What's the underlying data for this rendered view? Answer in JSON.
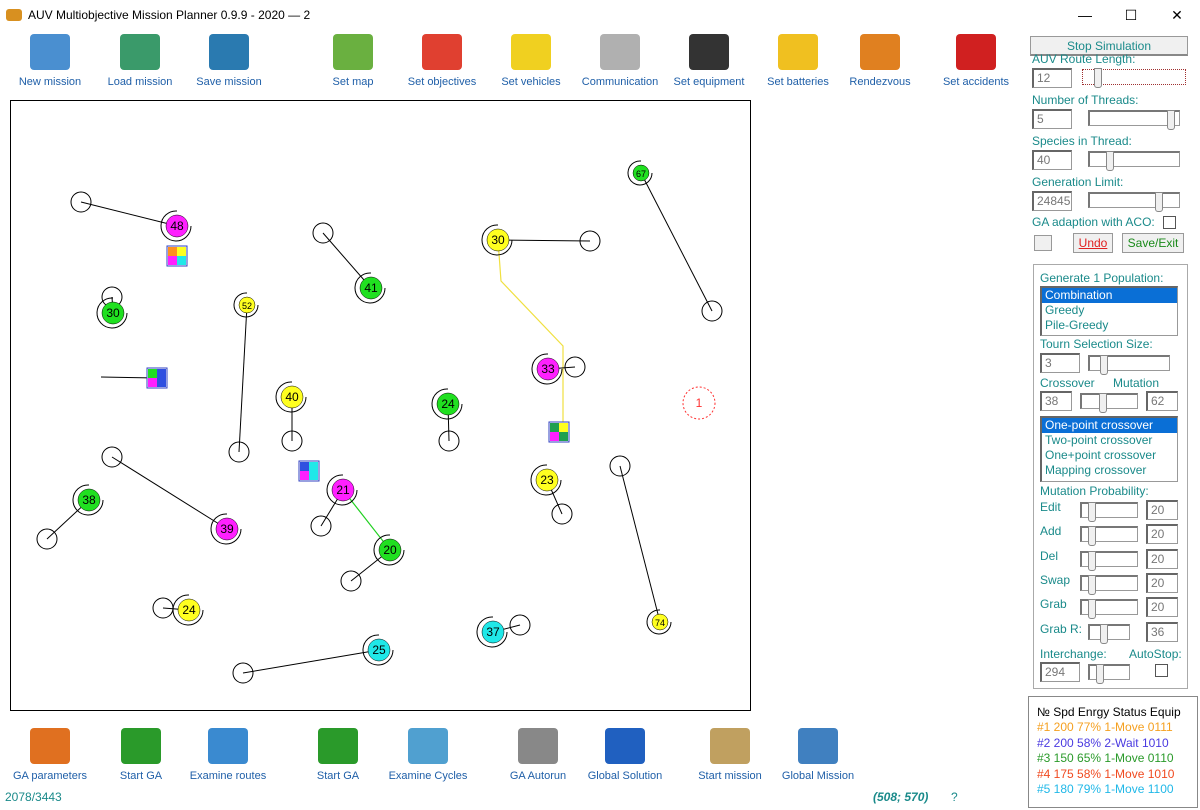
{
  "window": {
    "title": "AUV Multiobjective Mission Planner 0.9.9 - 2020 — 2",
    "minimize": "—",
    "maximize": "☐",
    "close": "✕"
  },
  "toolbar": [
    {
      "label": "New mission",
      "color": "#4a8fd0"
    },
    {
      "label": "Load mission",
      "color": "#3a9a6a"
    },
    {
      "label": "Save mission",
      "color": "#2a7ab0"
    },
    {
      "label": "Set map",
      "color": "#6ab040"
    },
    {
      "label": "Set objectives",
      "color": "#e04030"
    },
    {
      "label": "Set  vehicles",
      "color": "#f0d020"
    },
    {
      "label": "Communication",
      "color": "#b0b0b0"
    },
    {
      "label": "Set equipment",
      "color": "#333333"
    },
    {
      "label": "Set batteries",
      "color": "#f0c020"
    },
    {
      "label": "Rendezvous",
      "color": "#e08020"
    },
    {
      "label": "Set accidents",
      "color": "#d02020"
    }
  ],
  "bottom_toolbar": [
    {
      "label": "GA parameters",
      "color": "#e07020"
    },
    {
      "label": "Start GA",
      "color": "#2a9a2a"
    },
    {
      "label": "Examine routes",
      "color": "#3a8ad0"
    },
    {
      "label": "Start GA",
      "color": "#2a9a2a"
    },
    {
      "label": "Examine Cycles",
      "color": "#50a0d0"
    },
    {
      "label": "GA Autorun",
      "color": "#888888"
    },
    {
      "label": "Global Solution",
      "color": "#2060c0"
    },
    {
      "label": "Start mission",
      "color": "#c0a060"
    },
    {
      "label": "Global Mission",
      "color": "#4080c0"
    }
  ],
  "status": {
    "progress": "2078/3443",
    "coords": "(508; 570)",
    "help": "?"
  },
  "panel": {
    "stop_simulation": "Stop Simulation",
    "route_length_label": "AUV Route Length:",
    "route_length": "12",
    "route_length_pos": 0.12,
    "threads_label": "Number of Threads:",
    "threads": "5",
    "threads_pos": 0.98,
    "species_label": "Species in Thread:",
    "species": "40",
    "species_pos": 0.2,
    "gen_limit_label": "Generation Limit:",
    "gen_limit": "24845",
    "gen_limit_pos": 0.82,
    "aco_label": "GA adaption with ACO:",
    "undo": "Undo",
    "save_exit": "Save/Exit",
    "population_label": "Generate 1 Population:",
    "population_options": [
      "Combination",
      "Greedy",
      "Pile-Greedy"
    ],
    "tourn_label": "Tourn Selection Size:",
    "tourn": "3",
    "tourn_pos": 0.15,
    "crossover_label": "Crossover",
    "mutation_label": "Mutation",
    "crossover": "38",
    "mutation": "62",
    "cm_pos": 0.38,
    "crossover_options": [
      "One-point crossover",
      "Two-point crossover",
      "One+point crossover",
      "Mapping crossover"
    ],
    "mut_prob_label": "Mutation Probability:",
    "mut_rows": [
      {
        "label": "Edit",
        "value": "20"
      },
      {
        "label": "Add",
        "value": "20"
      },
      {
        "label": "Del",
        "value": "20"
      },
      {
        "label": "Swap",
        "value": "20"
      },
      {
        "label": "Grab",
        "value": "20"
      },
      {
        "label": "Grab R:",
        "value": "36"
      }
    ],
    "interchange_label": "Interchange:",
    "interchange": "294",
    "autostop_label": "AutoStop:"
  },
  "vehicles": {
    "header": "№  Spd Enrgy Status  Equip",
    "rows": [
      {
        "text": "#1 200 77% 1-Move 0111",
        "color": "#f5a020"
      },
      {
        "text": "#2 200 58% 2-Wait 1010",
        "color": "#4a3ae0"
      },
      {
        "text": "#3 150 65% 1-Move 0110",
        "color": "#2a9a2a"
      },
      {
        "text": "#4 175 58% 1-Move 1010",
        "color": "#f04a20"
      },
      {
        "text": "#5 180 79% 1-Move 1100",
        "color": "#20b8e8"
      }
    ]
  },
  "map": {
    "colors": {
      "magenta": "#ff20ff",
      "green": "#20e020",
      "yellow": "#ffff20",
      "cyan": "#20e8e8",
      "red": "#ff3030"
    },
    "objectives": [
      {
        "label": "48",
        "color": "magenta"
      },
      {
        "label": "67",
        "color": "green"
      },
      {
        "label": "30",
        "color": "yellow"
      },
      {
        "label": "41",
        "color": "green"
      },
      {
        "label": "52",
        "color": "yellow"
      },
      {
        "label": "30",
        "color": "green"
      },
      {
        "label": "33",
        "color": "magenta"
      },
      {
        "label": "40",
        "color": "yellow"
      },
      {
        "label": "24",
        "color": "green"
      },
      {
        "label": "1",
        "color": "red"
      },
      {
        "label": "23",
        "color": "yellow"
      },
      {
        "label": "21",
        "color": "magenta"
      },
      {
        "label": "38",
        "color": "green"
      },
      {
        "label": "39",
        "color": "magenta"
      },
      {
        "label": "20",
        "color": "green"
      },
      {
        "label": "74",
        "color": "yellow"
      },
      {
        "label": "24",
        "color": "yellow"
      },
      {
        "label": "37",
        "color": "cyan"
      },
      {
        "label": "25",
        "color": "cyan"
      }
    ]
  }
}
